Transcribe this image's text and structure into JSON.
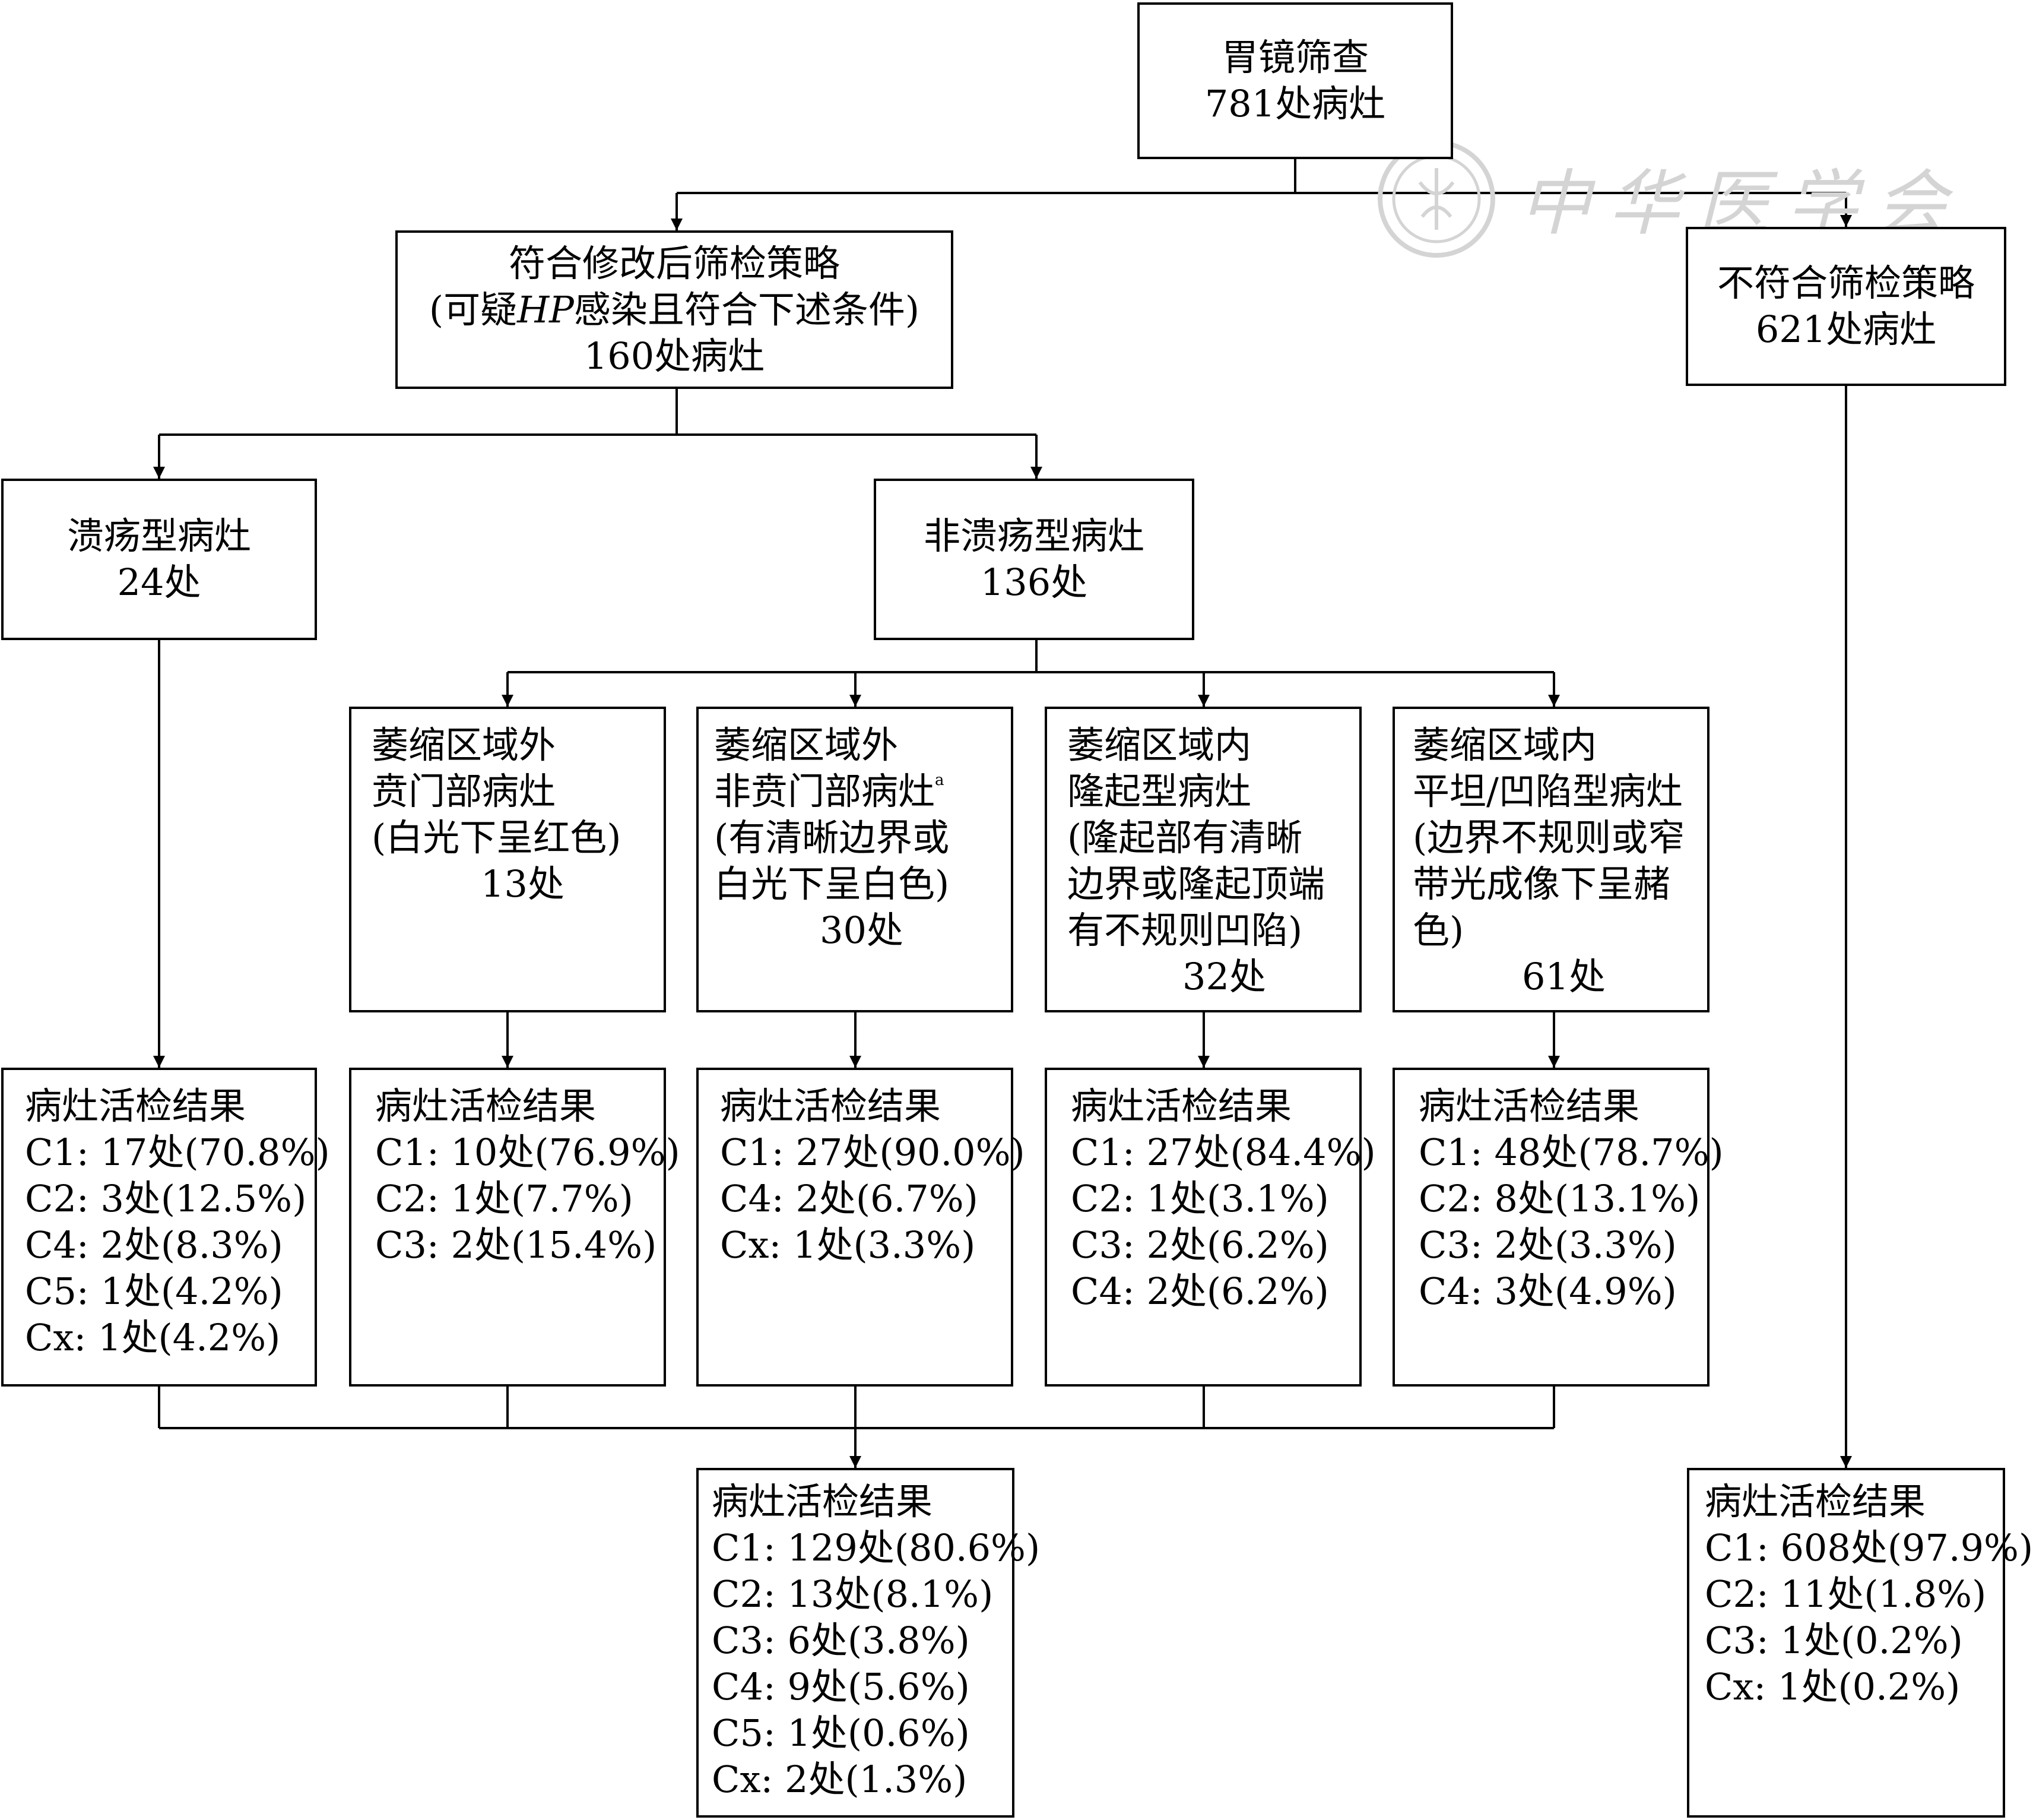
{
  "nodes": {
    "screening": {
      "lines": [
        "胃镜筛查",
        "781处病灶"
      ]
    },
    "meets": {
      "lines": [
        "符合修改后筛检策略",
        "(可疑HP感染且符合下述条件)",
        "160处病灶"
      ]
    },
    "not_meets": {
      "lines": [
        "不符合筛检策略",
        "621处病灶"
      ]
    },
    "ulcer": {
      "lines": [
        "溃疡型病灶",
        "24处"
      ]
    },
    "non_ulcer": {
      "lines": [
        "非溃疡型病灶",
        "136处"
      ]
    },
    "cardia": {
      "lines": [
        "萎缩区域外",
        "贲门部病灶",
        "(白光下呈红色)",
        "13处"
      ]
    },
    "non_cardia": {
      "lines": [
        "萎缩区域外",
        "非贲门部病灶",
        "(有清晰边界或",
        "白光下呈白色)",
        "30处"
      ],
      "footnote": "a"
    },
    "raised": {
      "lines": [
        "萎缩区域内",
        "隆起型病灶",
        "(隆起部有清晰",
        "边界或隆起顶端",
        "有不规则凹陷)",
        "32处"
      ]
    },
    "flat": {
      "lines": [
        "萎缩区域内",
        "平坦/凹陷型病灶",
        "(边界不规则或窄",
        "带光成像下呈赭",
        "色)",
        "61处"
      ]
    },
    "res_ulcer": {
      "lines": [
        "病灶活检结果",
        "C1: 17处(70.8%)",
        "C2: 3处(12.5%)",
        "C4: 2处(8.3%)",
        "C5: 1处(4.2%)",
        "Cx: 1处(4.2%)"
      ]
    },
    "res_cardia": {
      "lines": [
        "病灶活检结果",
        "C1: 10处(76.9%)",
        "C2: 1处(7.7%)",
        "C3: 2处(15.4%)"
      ]
    },
    "res_non_cardia": {
      "lines": [
        "病灶活检结果",
        "C1: 27处(90.0%)",
        "C4: 2处(6.7%)",
        "Cx: 1处(3.3%)"
      ]
    },
    "res_raised": {
      "lines": [
        "病灶活检结果",
        "C1: 27处(84.4%)",
        "C2: 1处(3.1%)",
        "C3: 2处(6.2%)",
        "C4: 2处(6.2%)"
      ]
    },
    "res_flat": {
      "lines": [
        "病灶活检结果",
        "C1: 48处(78.7%)",
        "C2: 8处(13.1%)",
        "C3: 2处(3.3%)",
        "C4: 3处(4.9%)"
      ]
    },
    "res_total": {
      "lines": [
        "病灶活检结果",
        "C1: 129处(80.6%)",
        "C2: 13处(8.1%)",
        "C3: 6处(3.8%)",
        "C4: 9处(5.6%)",
        "C5: 1处(0.6%)",
        "Cx: 2处(1.3%)"
      ]
    },
    "res_not_meets": {
      "lines": [
        "病灶活检结果",
        "C1: 608处(97.9%)",
        "C2: 11处(1.8%)",
        "C3: 1处(0.2%)",
        "Cx: 1处(0.2%)"
      ]
    }
  },
  "watermark": {
    "text": "中华医学会"
  },
  "colors": {
    "line": "#000000",
    "watermark": "#d4d4d4"
  }
}
